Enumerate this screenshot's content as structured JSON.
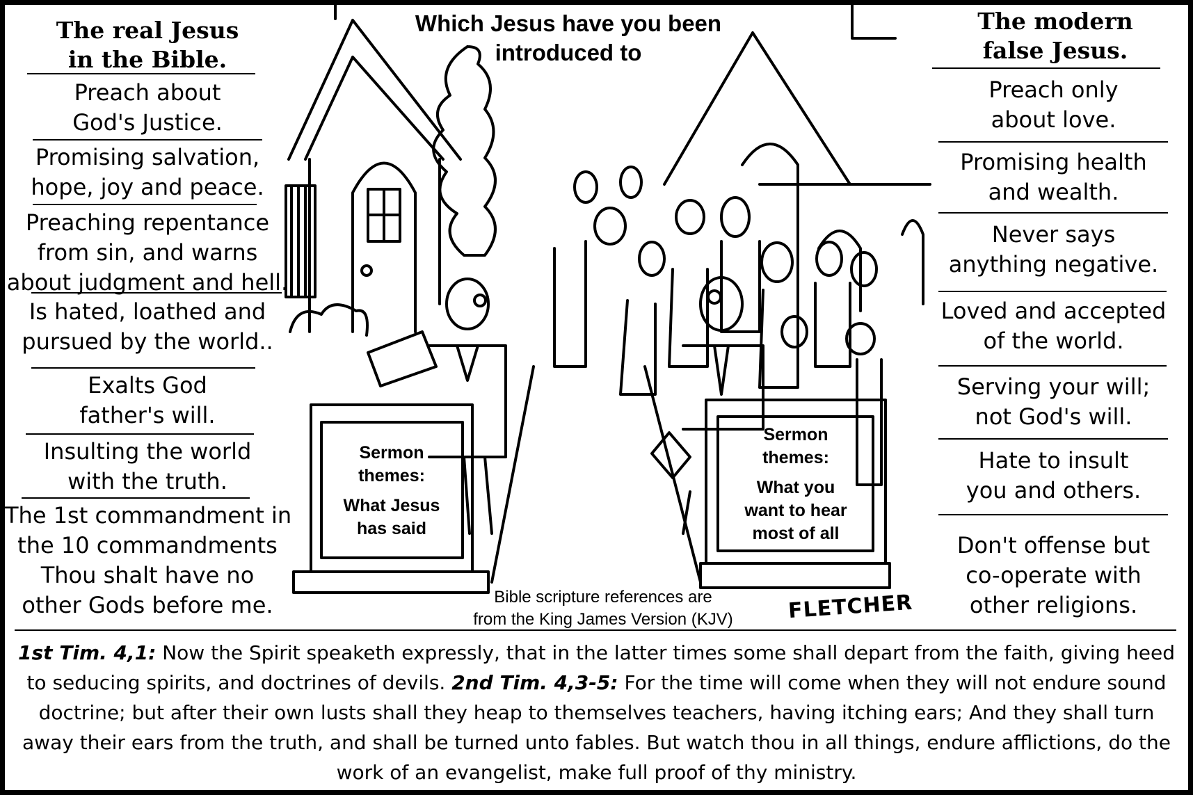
{
  "title": "Which Jesus have you been introduced to",
  "left_column": {
    "heading_lines": [
      "The real Jesus",
      "in the Bible."
    ],
    "items": [
      [
        "Preach about",
        "God's Justice."
      ],
      [
        "Promising salvation,",
        "hope, joy and peace."
      ],
      [
        "Preaching repentance",
        "from sin, and warns",
        "about judgment and hell."
      ],
      [
        "Is hated, loathed and",
        "pursued by the world.."
      ],
      [
        "Exalts God",
        "father's will."
      ],
      [
        "Insulting the world",
        "with the truth."
      ],
      [
        "The 1st commandment in",
        "the 10 commandments",
        "Thou shalt have no",
        "other Gods before me."
      ]
    ]
  },
  "right_column": {
    "heading_lines": [
      "The modern",
      "false Jesus."
    ],
    "items": [
      [
        "Preach only",
        "about love."
      ],
      [
        "Promising health",
        "and wealth."
      ],
      [
        "Never says",
        "anything negative."
      ],
      [
        "Loved and accepted",
        "of the world."
      ],
      [
        "Serving your will;",
        "not God's will."
      ],
      [
        "Hate to insult",
        "you and others."
      ],
      [
        "Don't offense but",
        "co-operate with",
        "other religions."
      ]
    ]
  },
  "pulpit_left": {
    "lines": [
      "Sermon",
      "themes:",
      "What Jesus",
      "has said"
    ]
  },
  "pulpit_right": {
    "lines": [
      "Sermon",
      "themes:",
      "What you",
      "want to hear",
      "most of all"
    ]
  },
  "kjv_note": [
    "Bible scripture references are",
    "from the King James Version (KJV)"
  ],
  "signature": "FLETCHER",
  "scripture": {
    "ref1": "1st Tim. 4,1:",
    "text1": " Now the Spirit speaketh expressly, that in the latter times some shall depart from the faith, giving heed to seducing spirits, and doctrines of devils. ",
    "ref2": "2nd Tim. 4,3-5:",
    "text2": " For the time will come when they will not endure sound doctrine; but after their own lusts shall they heap to themselves teachers, having itching ears; And they shall turn away their ears from the truth, and shall be turned unto fables. But watch thou in all things, endure afflictions, do the work of an evangelist, make full proof of thy ministry."
  }
}
